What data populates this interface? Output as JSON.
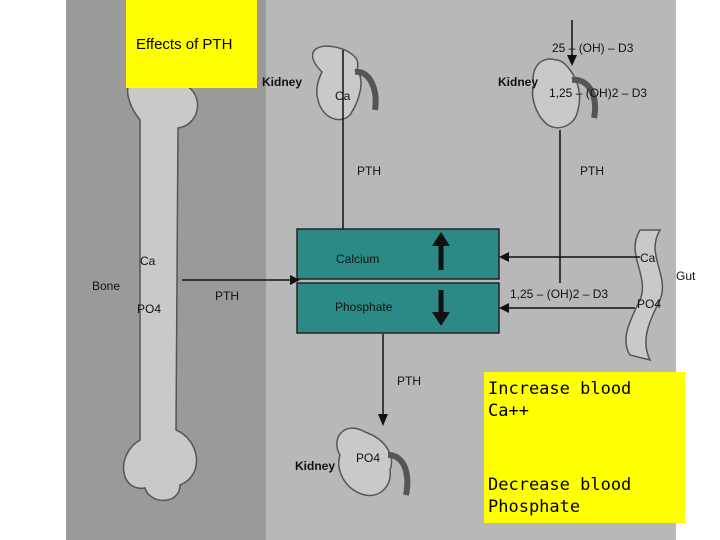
{
  "title": "Effects of PTH",
  "labels": {
    "kidney_top": "Kidney",
    "kidney_top_right": "Kidney",
    "kidney_bottom": "Kidney",
    "ca_kidney": "Ca",
    "oh_d3": "25 – (OH) – D3",
    "oh2_d3": "1,25 – (OH)2 – D3",
    "pth_top": "PTH",
    "pth_top_right": "PTH",
    "pth_bone": "PTH",
    "pth_bottom": "PTH",
    "calcium": "Calcium",
    "phosphate": "Phosphate",
    "bone": "Bone",
    "bone_ca": "Ca",
    "bone_po4": "PO4",
    "gut": "Gut",
    "gut_ca": "Ca",
    "gut_po4": "PO4",
    "gut_d3": "1,25 – (OH)2 – D3",
    "po4_kidney": "PO4"
  },
  "notes": {
    "increase_line1": "Increase blood",
    "increase_line2": "Ca++",
    "decrease_line1": "Decrease blood",
    "decrease_line2": "Phosphate"
  },
  "colors": {
    "background_gray": "#b8b8b8",
    "panel_left_gray": "#8f8f8f",
    "organ_gray": "#c9c9c9",
    "teal": "#2c8a86",
    "highlight": "#ffff00"
  }
}
